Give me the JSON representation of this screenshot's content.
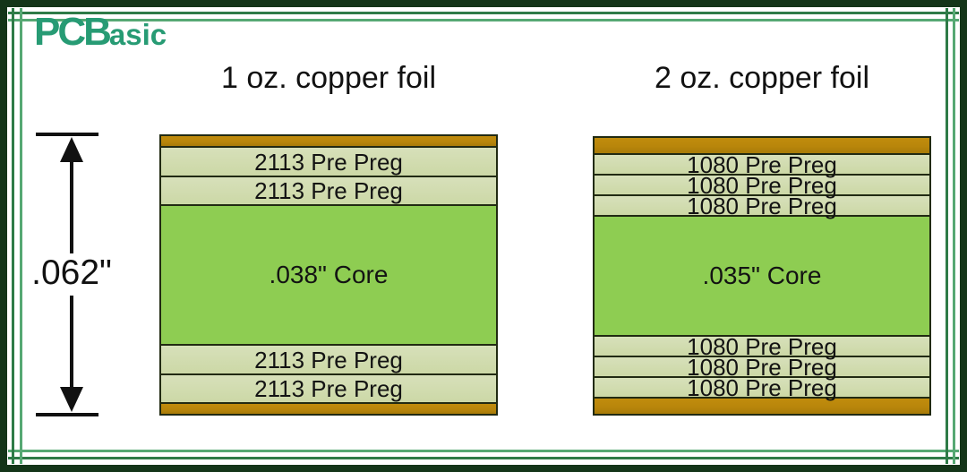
{
  "logo": {
    "pcb": "PCB",
    "asic": "asic"
  },
  "dimension": {
    "label": ".062\""
  },
  "stackups": [
    {
      "title": "1 oz. copper foil",
      "layers": [
        {
          "type": "copper-foil",
          "label": ""
        },
        {
          "type": "prepreg",
          "label": "2113 Pre Preg"
        },
        {
          "type": "prepreg",
          "label": "2113 Pre Preg"
        },
        {
          "type": "core",
          "label": ".038\" Core"
        },
        {
          "type": "prepreg",
          "label": "2113 Pre Preg"
        },
        {
          "type": "prepreg",
          "label": "2113 Pre Preg"
        },
        {
          "type": "copper-foil",
          "label": ""
        }
      ]
    },
    {
      "title": "2 oz. copper foil",
      "layers": [
        {
          "type": "copper-foil",
          "label": ""
        },
        {
          "type": "prepreg",
          "label": "1080 Pre Preg"
        },
        {
          "type": "prepreg",
          "label": "1080 Pre Preg"
        },
        {
          "type": "prepreg",
          "label": "1080 Pre Preg"
        },
        {
          "type": "core",
          "label": ".035\" Core"
        },
        {
          "type": "prepreg",
          "label": "1080 Pre Preg"
        },
        {
          "type": "prepreg",
          "label": "1080 Pre Preg"
        },
        {
          "type": "prepreg",
          "label": "1080 Pre Preg"
        },
        {
          "type": "copper-foil",
          "label": ""
        }
      ]
    }
  ],
  "colors": {
    "frame_outer": "#143519",
    "frame_line_dark": "#2e7b47",
    "frame_line_light": "#56a873",
    "logo": "#279b74",
    "copper_foil": "#b8860b",
    "prepreg": "#cfdaab",
    "core": "#8ecd52",
    "layer_border": "#212a12",
    "text": "#161616"
  }
}
